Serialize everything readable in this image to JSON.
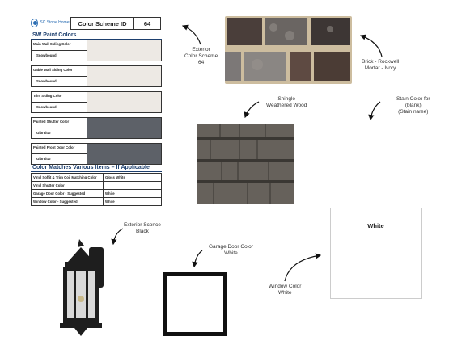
{
  "header": {
    "logo_text": "SC Stone Homes",
    "scheme_label": "Color Scheme ID",
    "scheme_id": "64"
  },
  "sw_paint": {
    "title": "SW Paint Colors",
    "rows": [
      {
        "label": "Main Wall Siding Color",
        "value": "Snowbound",
        "color": "#ede9e4"
      },
      {
        "label": "Gable Wall Siding Color",
        "value": "Snowbound",
        "color": "#ede9e4"
      },
      {
        "label": "Trim Siding Color",
        "value": "Snowbound",
        "color": "#ede9e4"
      },
      {
        "label": "Painted Shutter Color",
        "value": "Gibraltar",
        "color": "#5d6168"
      },
      {
        "label": "Painted Front Door Color",
        "value": "Gibraltar",
        "color": "#5d6168"
      }
    ]
  },
  "matches": {
    "title": "Color Matches Various Items – If Applicable",
    "rows": [
      {
        "label": "Vinyl Soffit & Trim Coil Matching Color",
        "value": "Gloss White"
      },
      {
        "label": "Vinyl Shutter Color",
        "value": ""
      },
      {
        "label": "Garage Door Color - Suggested",
        "value": "White"
      },
      {
        "label": "Window Color - Suggested",
        "value": "White"
      }
    ]
  },
  "callouts": {
    "exterior": [
      "Exterior",
      "Color Scheme",
      "64"
    ],
    "brick": [
      "Brick - Rockwell",
      "Mortar -  Ivory"
    ],
    "shingle": [
      "Shingle",
      "Weathered Wood"
    ],
    "stain": [
      "Stain Color for",
      "(blank)",
      "(Stain name)"
    ],
    "sconce": [
      "Exterior Sconce",
      "Black"
    ],
    "garage": [
      "Garage Door Color",
      "White"
    ],
    "window": [
      "Window Color",
      "White"
    ]
  },
  "white_swatch_label": "White",
  "colors": {
    "header_blue": "#1d3f6e",
    "snowbound": "#ede9e4",
    "gibraltar": "#5d6168",
    "shingle": "#5a5650",
    "brick_dark": "#3b3330"
  }
}
